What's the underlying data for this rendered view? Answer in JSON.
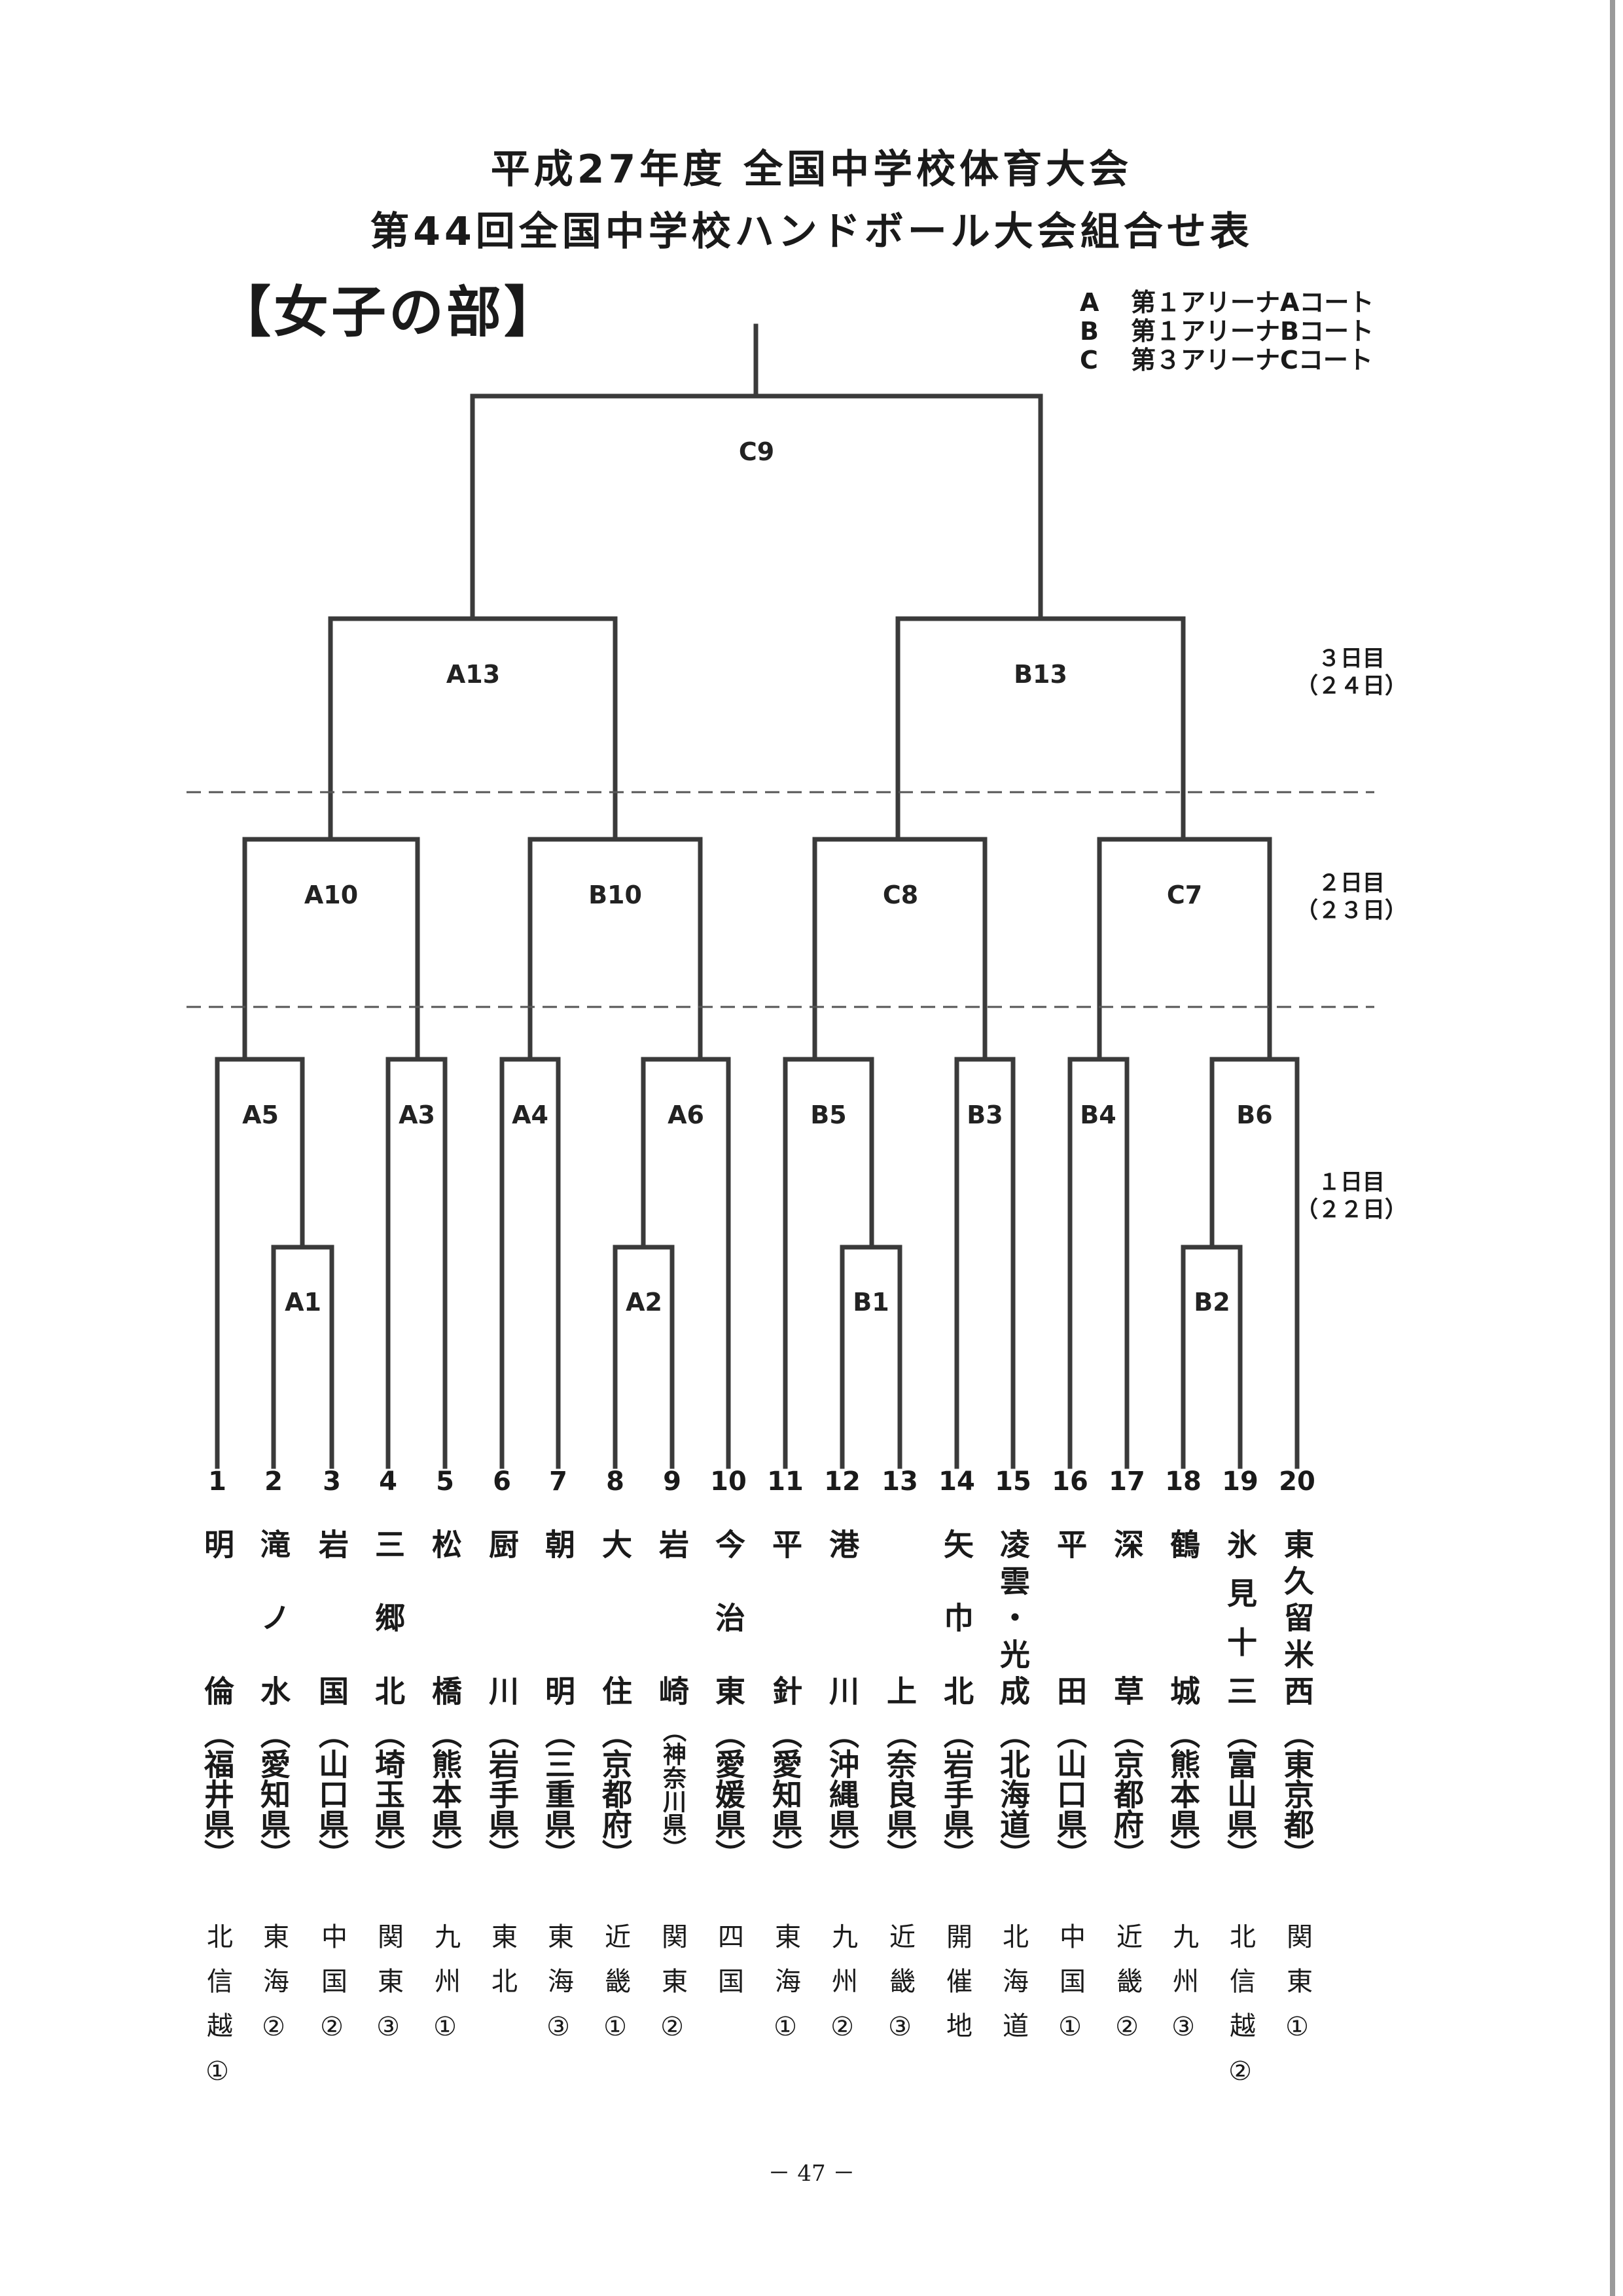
{
  "headings": {
    "line1": "平成27年度 全国中学校体育大会",
    "line2": "第44回全国中学校ハンドボール大会組合せ表"
  },
  "section_label": "【女子の部】",
  "court_legend": [
    {
      "key": "A",
      "text": "第１アリーナAコート"
    },
    {
      "key": "B",
      "text": "第１アリーナBコート"
    },
    {
      "key": "C",
      "text": "第３アリーナCコート"
    }
  ],
  "days": [
    {
      "line1": "３日目",
      "line2": "（２４日）"
    },
    {
      "line1": "２日目",
      "line2": "（２３日）"
    },
    {
      "line1": "１日目",
      "line2": "（２２日）"
    }
  ],
  "matches": {
    "final": "C9",
    "semis": [
      "A13",
      "B13"
    ],
    "quarters": [
      "A10",
      "B10",
      "C8",
      "C7"
    ],
    "first_round": [
      "A5",
      "A3",
      "A4",
      "A6",
      "B5",
      "B3",
      "B4",
      "B6"
    ],
    "prelim": [
      "A1",
      "A2",
      "B1",
      "B2"
    ]
  },
  "teams": [
    {
      "no": "1",
      "name": "明　倫",
      "pref": "（福井県）",
      "region": "北信越①"
    },
    {
      "no": "2",
      "name": "滝ノ水",
      "pref": "（愛知県）",
      "region": "東海②"
    },
    {
      "no": "3",
      "name": "岩　国",
      "pref": "（山口県）",
      "region": "中国②"
    },
    {
      "no": "4",
      "name": "三郷北",
      "pref": "（埼玉県）",
      "region": "関東③"
    },
    {
      "no": "5",
      "name": "松　橋",
      "pref": "（熊本県）",
      "region": "九州①"
    },
    {
      "no": "6",
      "name": "厨　川",
      "pref": "（岩手県）",
      "region": "東北"
    },
    {
      "no": "7",
      "name": "朝　明",
      "pref": "（三重県）",
      "region": "東海③"
    },
    {
      "no": "8",
      "name": "大　住",
      "pref": "（京都府）",
      "region": "近畿①"
    },
    {
      "no": "9",
      "name": "岩　崎",
      "pref": "（神奈川県）",
      "region": "関東②"
    },
    {
      "no": "10",
      "name": "今治東",
      "pref": "（愛媛県）",
      "region": "四国"
    },
    {
      "no": "11",
      "name": "平　針",
      "pref": "（愛知県）",
      "region": "東海①"
    },
    {
      "no": "12",
      "name": "港　川",
      "pref": "（沖縄県）",
      "region": "九州②"
    },
    {
      "no": "13",
      "name": "上",
      "pref": "（奈良県）",
      "region": "近畿③"
    },
    {
      "no": "14",
      "name": "矢巾北",
      "pref": "（岩手県）",
      "region": "開催地"
    },
    {
      "no": "15",
      "name": "凌雲・光成",
      "pref": "（北海道）",
      "region": "北海道"
    },
    {
      "no": "16",
      "name": "平　田",
      "pref": "（山口県）",
      "region": "中国①"
    },
    {
      "no": "17",
      "name": "深　草",
      "pref": "（京都府）",
      "region": "近畿②"
    },
    {
      "no": "18",
      "name": "鶴　城",
      "pref": "（熊本県）",
      "region": "九州③"
    },
    {
      "no": "19",
      "name": "氷見十三",
      "pref": "（富山県）",
      "region": "北信越②"
    },
    {
      "no": "20",
      "name": "東久留米西",
      "pref": "（東京都）",
      "region": "関東①"
    }
  ],
  "page_number": "－ 47 －"
}
